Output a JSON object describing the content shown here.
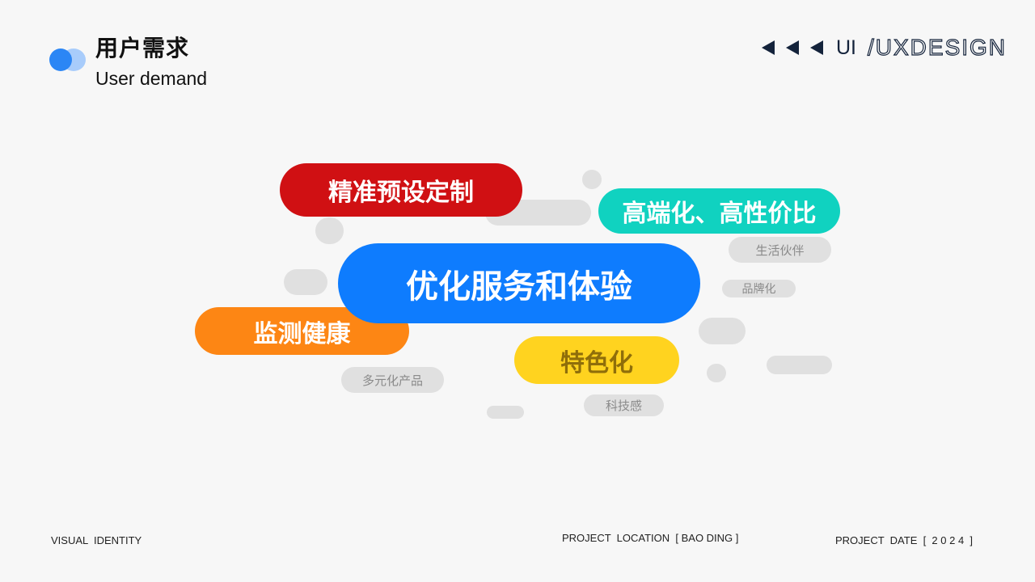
{
  "header": {
    "title_cn": "用户需求",
    "title_en": "User demand",
    "brand_ui": "UI",
    "brand_ux": "/UXDESIGN",
    "brand_arrows": [
      "triangle-left-icon",
      "triangle-left-icon",
      "triangle-left-icon"
    ]
  },
  "colors": {
    "background": "#f7f7f7",
    "logo_primary": "#2b86f5",
    "logo_secondary": "#a8ccfb",
    "red": "#d01013",
    "teal": "#10d2c0",
    "blue": "#0e7cfe",
    "orange": "#fd8614",
    "yellow": "#ffd31f",
    "grey_pill": "#e0e0e0",
    "dark_navy": "#14233b"
  },
  "diagram": {
    "main_tags": [
      {
        "id": "red",
        "label": "精准预设定制"
      },
      {
        "id": "teal",
        "label": "高端化、高性价比"
      },
      {
        "id": "blue",
        "label": "优化服务和体验"
      },
      {
        "id": "orange",
        "label": "监测健康"
      },
      {
        "id": "yellow",
        "label": "特色化"
      }
    ],
    "minor_tags": [
      {
        "label": "生活伙伴"
      },
      {
        "label": "品牌化"
      },
      {
        "label": "多元化产品"
      },
      {
        "label": "科技感"
      }
    ]
  },
  "footer": {
    "left": "VISUAL  IDENTITY",
    "location": "PROJECT  LOCATION  [ BAO DING ]",
    "date": "PROJECT  DATE  [  2 0 2 4  ]"
  }
}
